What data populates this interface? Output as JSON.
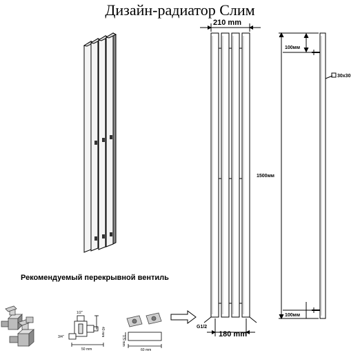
{
  "title": "Дизайн-радиатор Слим",
  "caption": "Рекомендуемый перекрывной вентиль",
  "front_view": {
    "width_top": "210  mm",
    "height": "1500мм",
    "width_bottom": "180  mm",
    "thread": "G1/2"
  },
  "side_view": {
    "top_offset": "100мм",
    "bottom_offset": "100мм",
    "profile": "30x30"
  },
  "valve_drawing": {
    "inlet": "1/2\"",
    "outlet": "3/4\"",
    "height": "40 mm",
    "length": "50 mm"
  },
  "fitting_drawing": {
    "length": "60 mm",
    "thickness": "1.5 mm"
  },
  "colors": {
    "line": "#000000",
    "metal": "#9a9a9a",
    "metal_dark": "#555555",
    "metal_light": "#e6e6e6"
  }
}
